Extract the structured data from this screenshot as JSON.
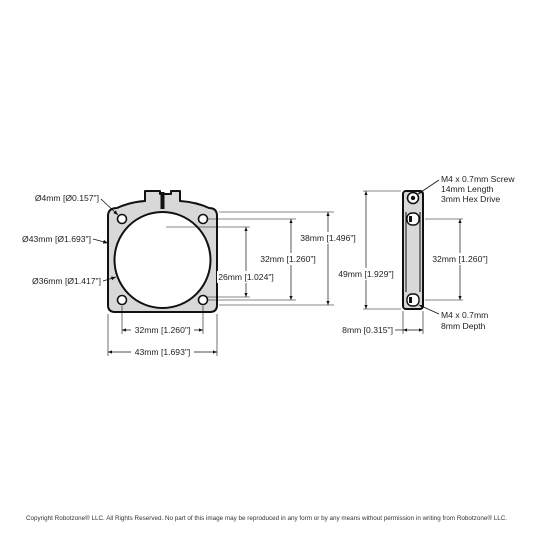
{
  "front_view": {
    "labels": {
      "screw_hole": "Ø4mm [Ø0.157\"]",
      "outer_diameter": "Ø43mm [Ø1.693\"]",
      "inner_diameter": "Ø36mm [Ø1.417\"]",
      "hole_spacing_horizontal": "32mm [1.260\"]",
      "overall_width": "43mm [1.693\"]",
      "center_to_hole": "26mm [1.024\"]",
      "hole_spacing_vertical": "32mm [1.260\"]",
      "body_height": "38mm [1.496\"]"
    }
  },
  "side_view": {
    "labels": {
      "overall_height": "49mm [1.929\"]",
      "hole_spacing": "32mm [1.260\"]",
      "thickness": "8mm [0.315\"]"
    },
    "notes": {
      "clamp_screw": [
        "M4 x 0.7mm Screw",
        "14mm Length",
        "3mm Hex Drive"
      ],
      "tapped_hole": [
        "M4 x 0.7mm",
        "8mm Depth"
      ]
    }
  },
  "footer": {
    "copyright": "Copyright Robotzone® LLC.  All Rights Reserved. No part of this image may be reproduced in any form or by any means without permission in writing from Robotzone® LLC."
  }
}
